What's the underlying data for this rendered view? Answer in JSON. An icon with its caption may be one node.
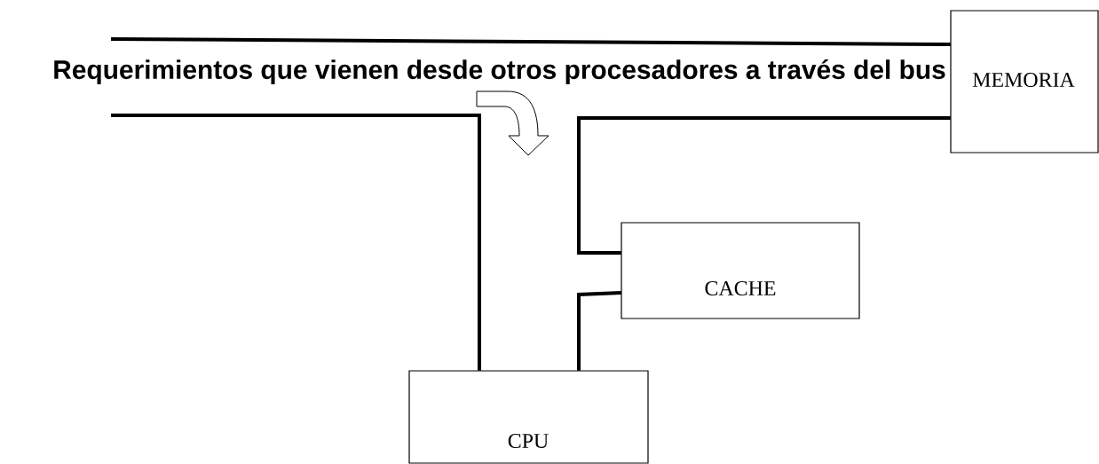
{
  "diagram": {
    "nodes": [
      {
        "text": [
          "MEMORIA"
        ]
      },
      {
        "text": [
          "CACHE"
        ]
      },
      {
        "text": [
          "CPU"
        ]
      }
    ],
    "edges": [
      {
        "from": null,
        "to": 0,
        "arrow": "none"
      },
      {
        "from": null,
        "to": 2,
        "arrow": "none"
      },
      {
        "from": 0,
        "to": 1,
        "arrow": "none"
      },
      {
        "from": 1,
        "to": 2,
        "arrow": "none"
      }
    ],
    "labels": [
      "Requerimientos que vienen desde otros procesadores a través del bus"
    ]
  }
}
